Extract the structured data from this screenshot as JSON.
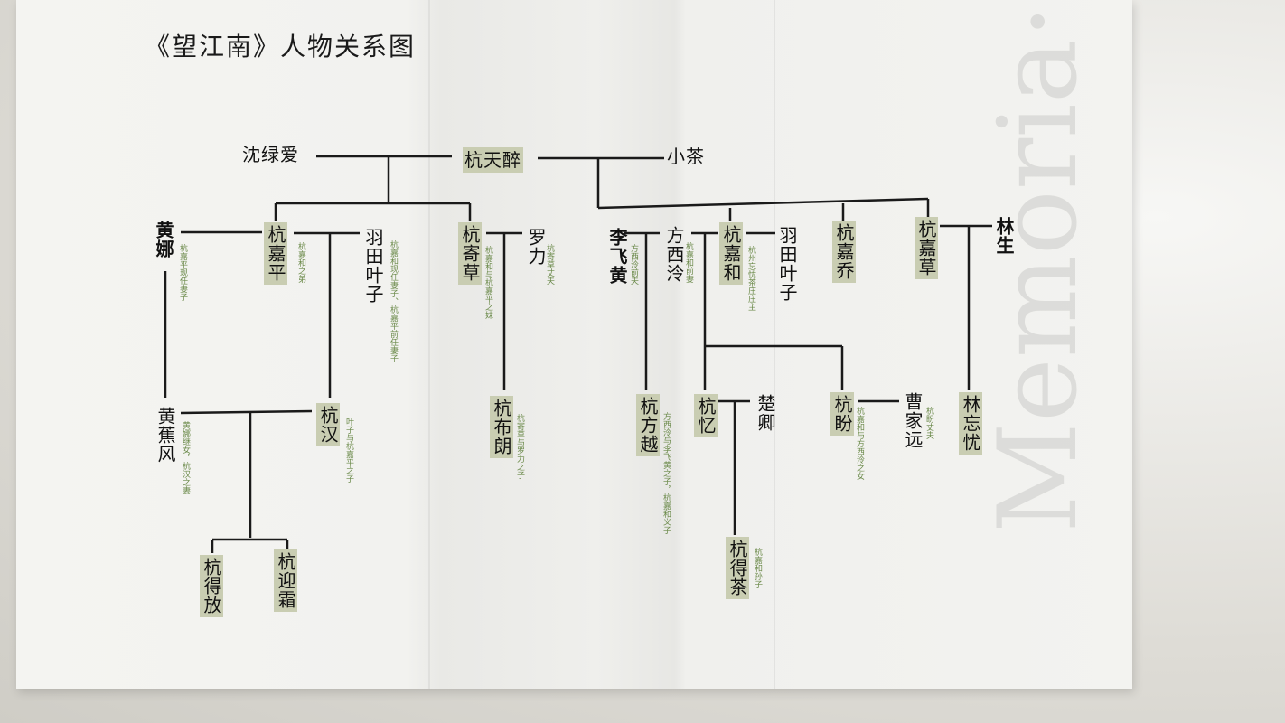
{
  "title": "《望江南》人物关系图",
  "watermark": "Memoria· ngang",
  "nodes": {
    "shen_lv_ai": "沈绿爱",
    "hang_tian_zui": "杭天醉",
    "xiao_cha": "小茶",
    "huang_na": "黄娜",
    "hang_jia_ping": "杭嘉平",
    "yutian_yezi_1": "羽田叶子",
    "hang_ji_cao": "杭寄草",
    "luo_li": "罗力",
    "li_fei_huang": "李飞黄",
    "fang_xi_ling": "方西泠",
    "hang_jia_he": "杭嘉和",
    "yutian_yezi_2": "羽田叶子",
    "hang_jia_qiao": "杭嘉乔",
    "hang_jia_cao": "杭嘉草",
    "lin_sheng": "林生",
    "huang_jiao_feng": "黄蕉风",
    "hang_han": "杭汉",
    "hang_bu_lang": "杭布朗",
    "hang_fang_yue": "杭方越",
    "hang_yi": "杭忆",
    "chu_qing": "楚卿",
    "hang_pan": "杭盼",
    "cao_jia_yuan": "曹家远",
    "lin_wang_you": "林忘忧",
    "hang_de_fang": "杭得放",
    "hang_ying_shuang": "杭迎霜",
    "hang_de_cha": "杭得茶"
  },
  "notes": {
    "huang_na": "杭嘉平现任妻子",
    "hang_jia_ping": "杭嘉和之弟",
    "yutian_yezi_1": "杭嘉和现任妻子、杭嘉平前任妻子",
    "hang_ji_cao": "杭嘉和与杭嘉平之妹",
    "luo_li": "杭寄草丈夫",
    "li_fei_huang": "方西泠前夫",
    "fang_xi_ling": "杭嘉和前妻",
    "hang_jia_he": "杭州忘忧茶庄庄主",
    "huang_jiao_feng": "黄娜继女，杭汉之妻",
    "hang_han": "叶子与杭嘉平之子",
    "hang_bu_lang": "杭寄草与罗力之子",
    "hang_fang_yue": "方西泠与李飞黄之子，杭嘉和义子",
    "cao_jia_yuan": "杭盼丈夫",
    "hang_pan": "杭嘉和与方西泠之女",
    "hang_de_cha": "杭嘉和孙子"
  }
}
